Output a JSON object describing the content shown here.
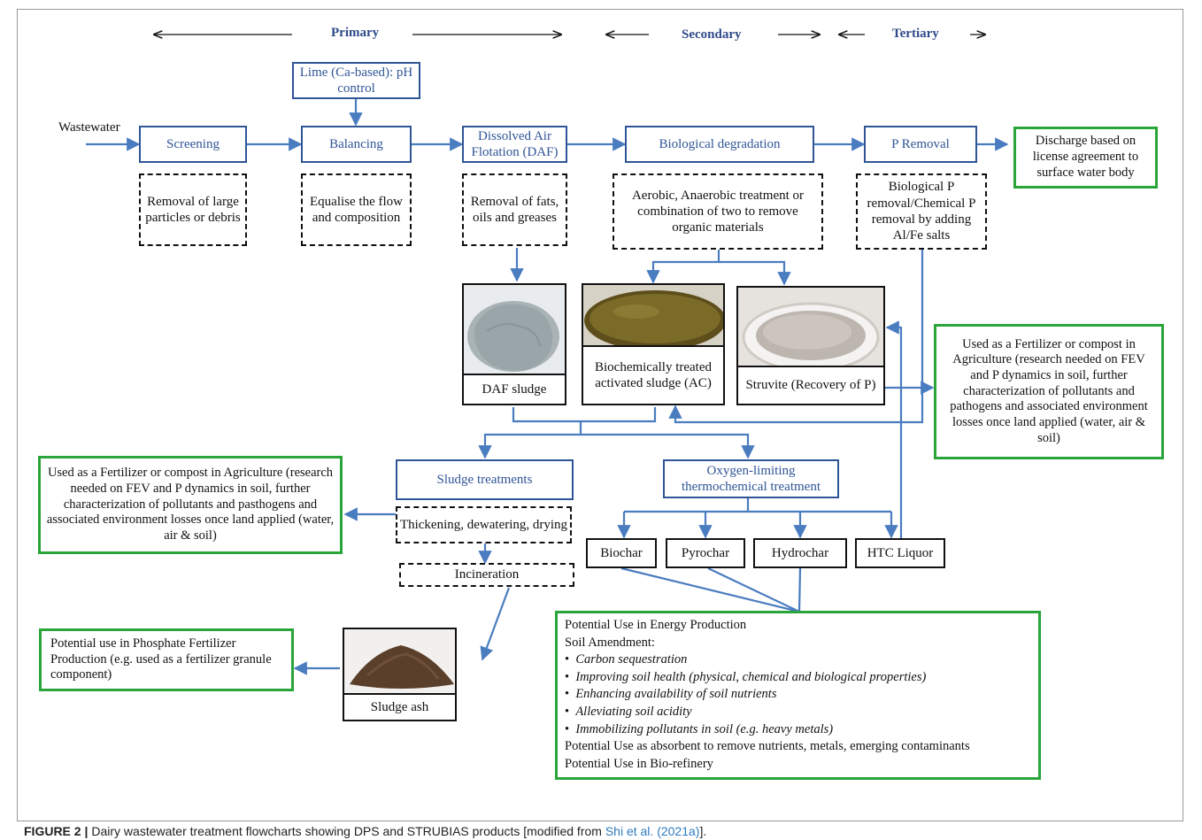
{
  "phases": {
    "primary": "Primary",
    "secondary": "Secondary",
    "tertiary": "Tertiary"
  },
  "input_label": "Wastewater",
  "process": {
    "lime": "Lime (Ca-based): pH control",
    "screening": "Screening",
    "balancing": "Balancing",
    "daf": "Dissolved Air Flotation (DAF)",
    "bio": "Biological degradation",
    "premoval": "P Removal",
    "sludge_treatments": "Sludge treatments",
    "oxygen": "Oxygen-limiting thermochemical treatment"
  },
  "notes": {
    "screening": "Removal of large particles or debris",
    "balancing": "Equalise the flow and composition",
    "daf": "Removal of fats, oils and greases",
    "bio": "Aerobic, Anaerobic treatment or combination of two to remove organic materials",
    "premoval": "Biological P removal/Chemical P removal by adding Al/Fe salts",
    "thickening": "Thickening, dewatering, drying",
    "incineration": "Incineration"
  },
  "products": {
    "daf_sludge": "DAF sludge",
    "activated_sludge": "Biochemically treated activated sludge (AC)",
    "struvite": "Struvite (Recovery of P)",
    "sludge_ash": "Sludge ash",
    "biochar": "Biochar",
    "pyrochar": "Pyrochar",
    "hydrochar": "Hydrochar",
    "htc_liquor": "HTC Liquor"
  },
  "outcomes": {
    "discharge": "Discharge based on license agreement to surface water body",
    "fertilizer_right": "Used as a Fertilizer or compost in Agriculture (research needed on FEV and P dynamics in soil, further characterization of pollutants and pathogens and associated environment losses once land applied (water, air & soil)",
    "fertilizer_left": "Used as a Fertilizer or compost in Agriculture (research needed on FEV and P dynamics in soil, further characterization of pollutants and pasthogens and associated environment losses once land applied (water, air & soil)",
    "phosphate": "Potential use in Phosphate Fertilizer Production (e.g. used as a fertilizer granule component)",
    "energy_use": {
      "line1": "Potential Use in Energy Production",
      "line2": "Soil Amendment:",
      "bullets": [
        "Carbon sequestration",
        "Improving soil  health (physical, chemical and biological properties)",
        "Enhancing availability of soil nutrients",
        "Alleviating soil acidity",
        "Immobilizing pollutants in soil (e.g. heavy metals)"
      ],
      "line3": "Potential Use as absorbent to remove nutrients,  metals, emerging contaminants",
      "line4": "Potential Use in Bio-refinery"
    }
  },
  "caption": {
    "prefix": "FIGURE 2 |",
    "text": "Dairy wastewater treatment flowcharts showing DPS and STRUBIAS products [modified from",
    "link": "Shi et al. (2021a)",
    "suffix": "]."
  },
  "colors": {
    "process_blue": "#2f5597",
    "arrow_blue": "#4a7cc0",
    "outcome_green": "#2aa53a",
    "caption_link": "#2e7bbf"
  }
}
